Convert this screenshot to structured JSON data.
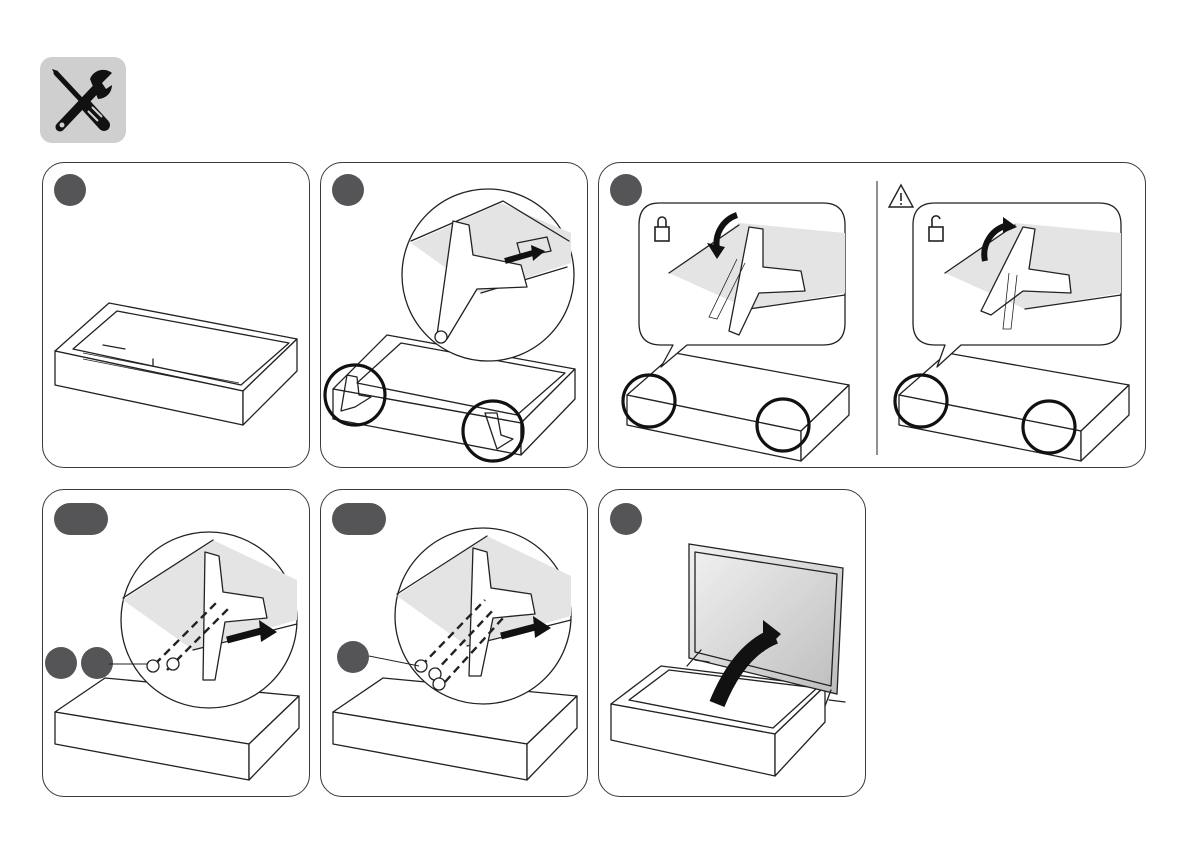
{
  "header": {
    "icon": "wrench-screwdriver-icon"
  },
  "steps": [
    {
      "id": "step-1",
      "badge": ""
    },
    {
      "id": "step-2",
      "badge": ""
    },
    {
      "id": "step-3",
      "badge": ""
    },
    {
      "id": "step-4",
      "badge": ""
    },
    {
      "id": "step-5",
      "badge": ""
    },
    {
      "id": "step-6",
      "badge": ""
    }
  ],
  "step3": {
    "left_lock": "lock-closed-icon",
    "right_lock": "lock-open-icon",
    "warning": "warning-icon"
  },
  "colors": {
    "badge": "#555557",
    "icon_bg": "#cfcfcf",
    "line": "#222222"
  }
}
